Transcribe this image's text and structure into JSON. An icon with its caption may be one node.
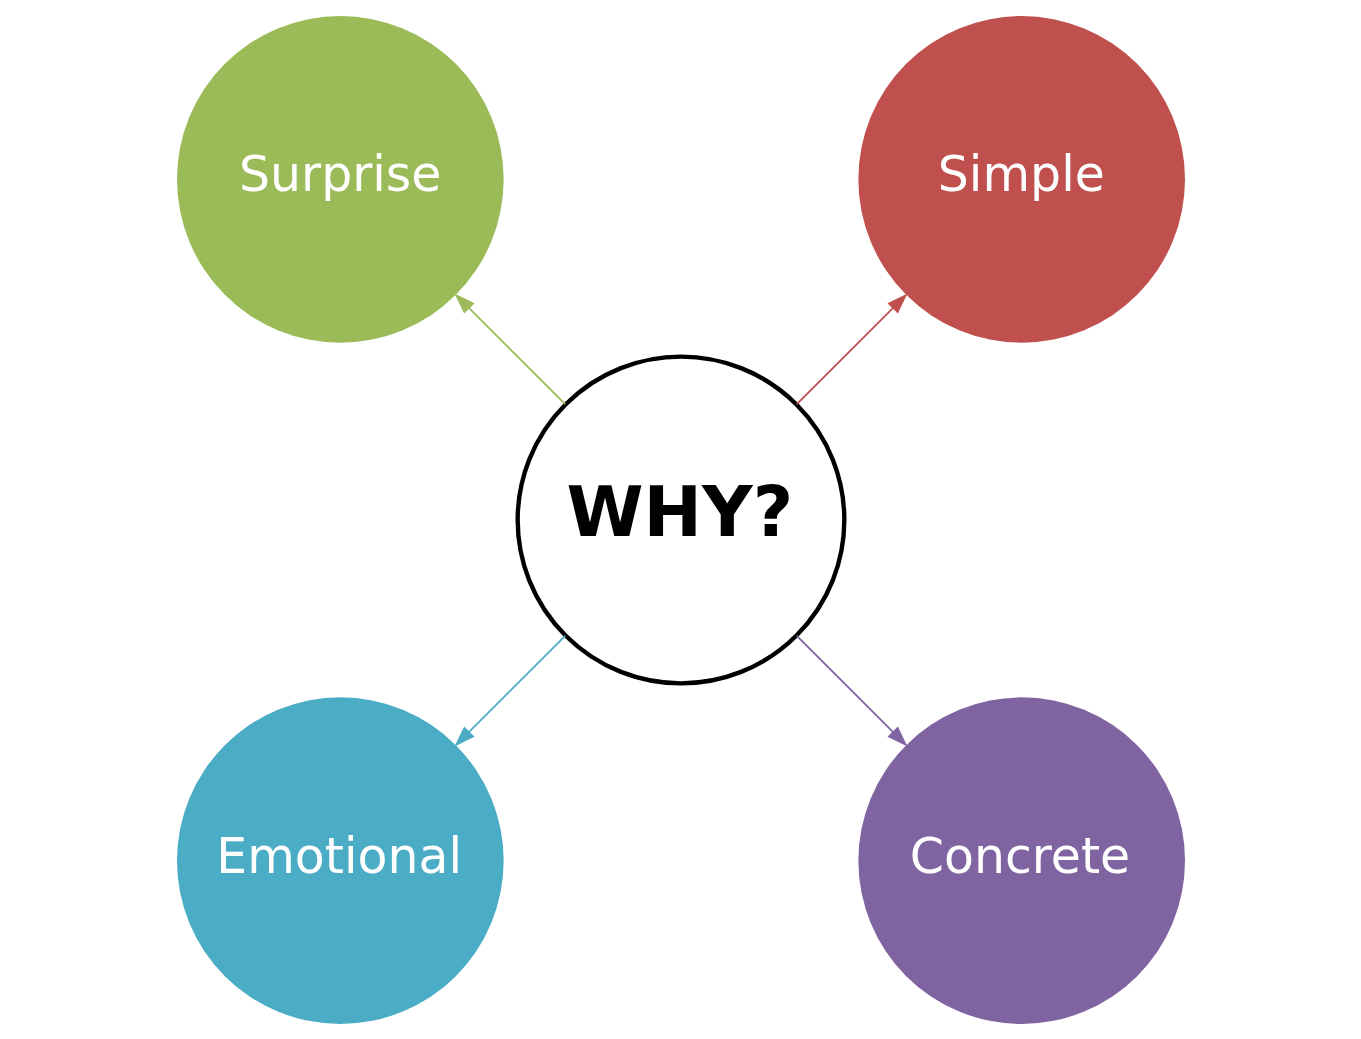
{
  "diagram": {
    "nodes": [
      {
        "text": [
          "WHY?"
        ]
      },
      {
        "text": [
          "Simple"
        ]
      },
      {
        "text": [
          "Surprise"
        ]
      },
      {
        "text": [
          "Emotional"
        ]
      },
      {
        "text": [
          "Concrete"
        ]
      }
    ],
    "edges": [
      {
        "from": 0,
        "to": 1,
        "arrow": "to",
        "color": "#c0504d"
      },
      {
        "from": 0,
        "to": 2,
        "arrow": "to",
        "color": "#9bbb59"
      },
      {
        "from": 0,
        "to": 3,
        "arrow": "to",
        "color": "#4bacc6"
      },
      {
        "from": 0,
        "to": 4,
        "arrow": "to",
        "color": "#8064a2"
      }
    ]
  }
}
